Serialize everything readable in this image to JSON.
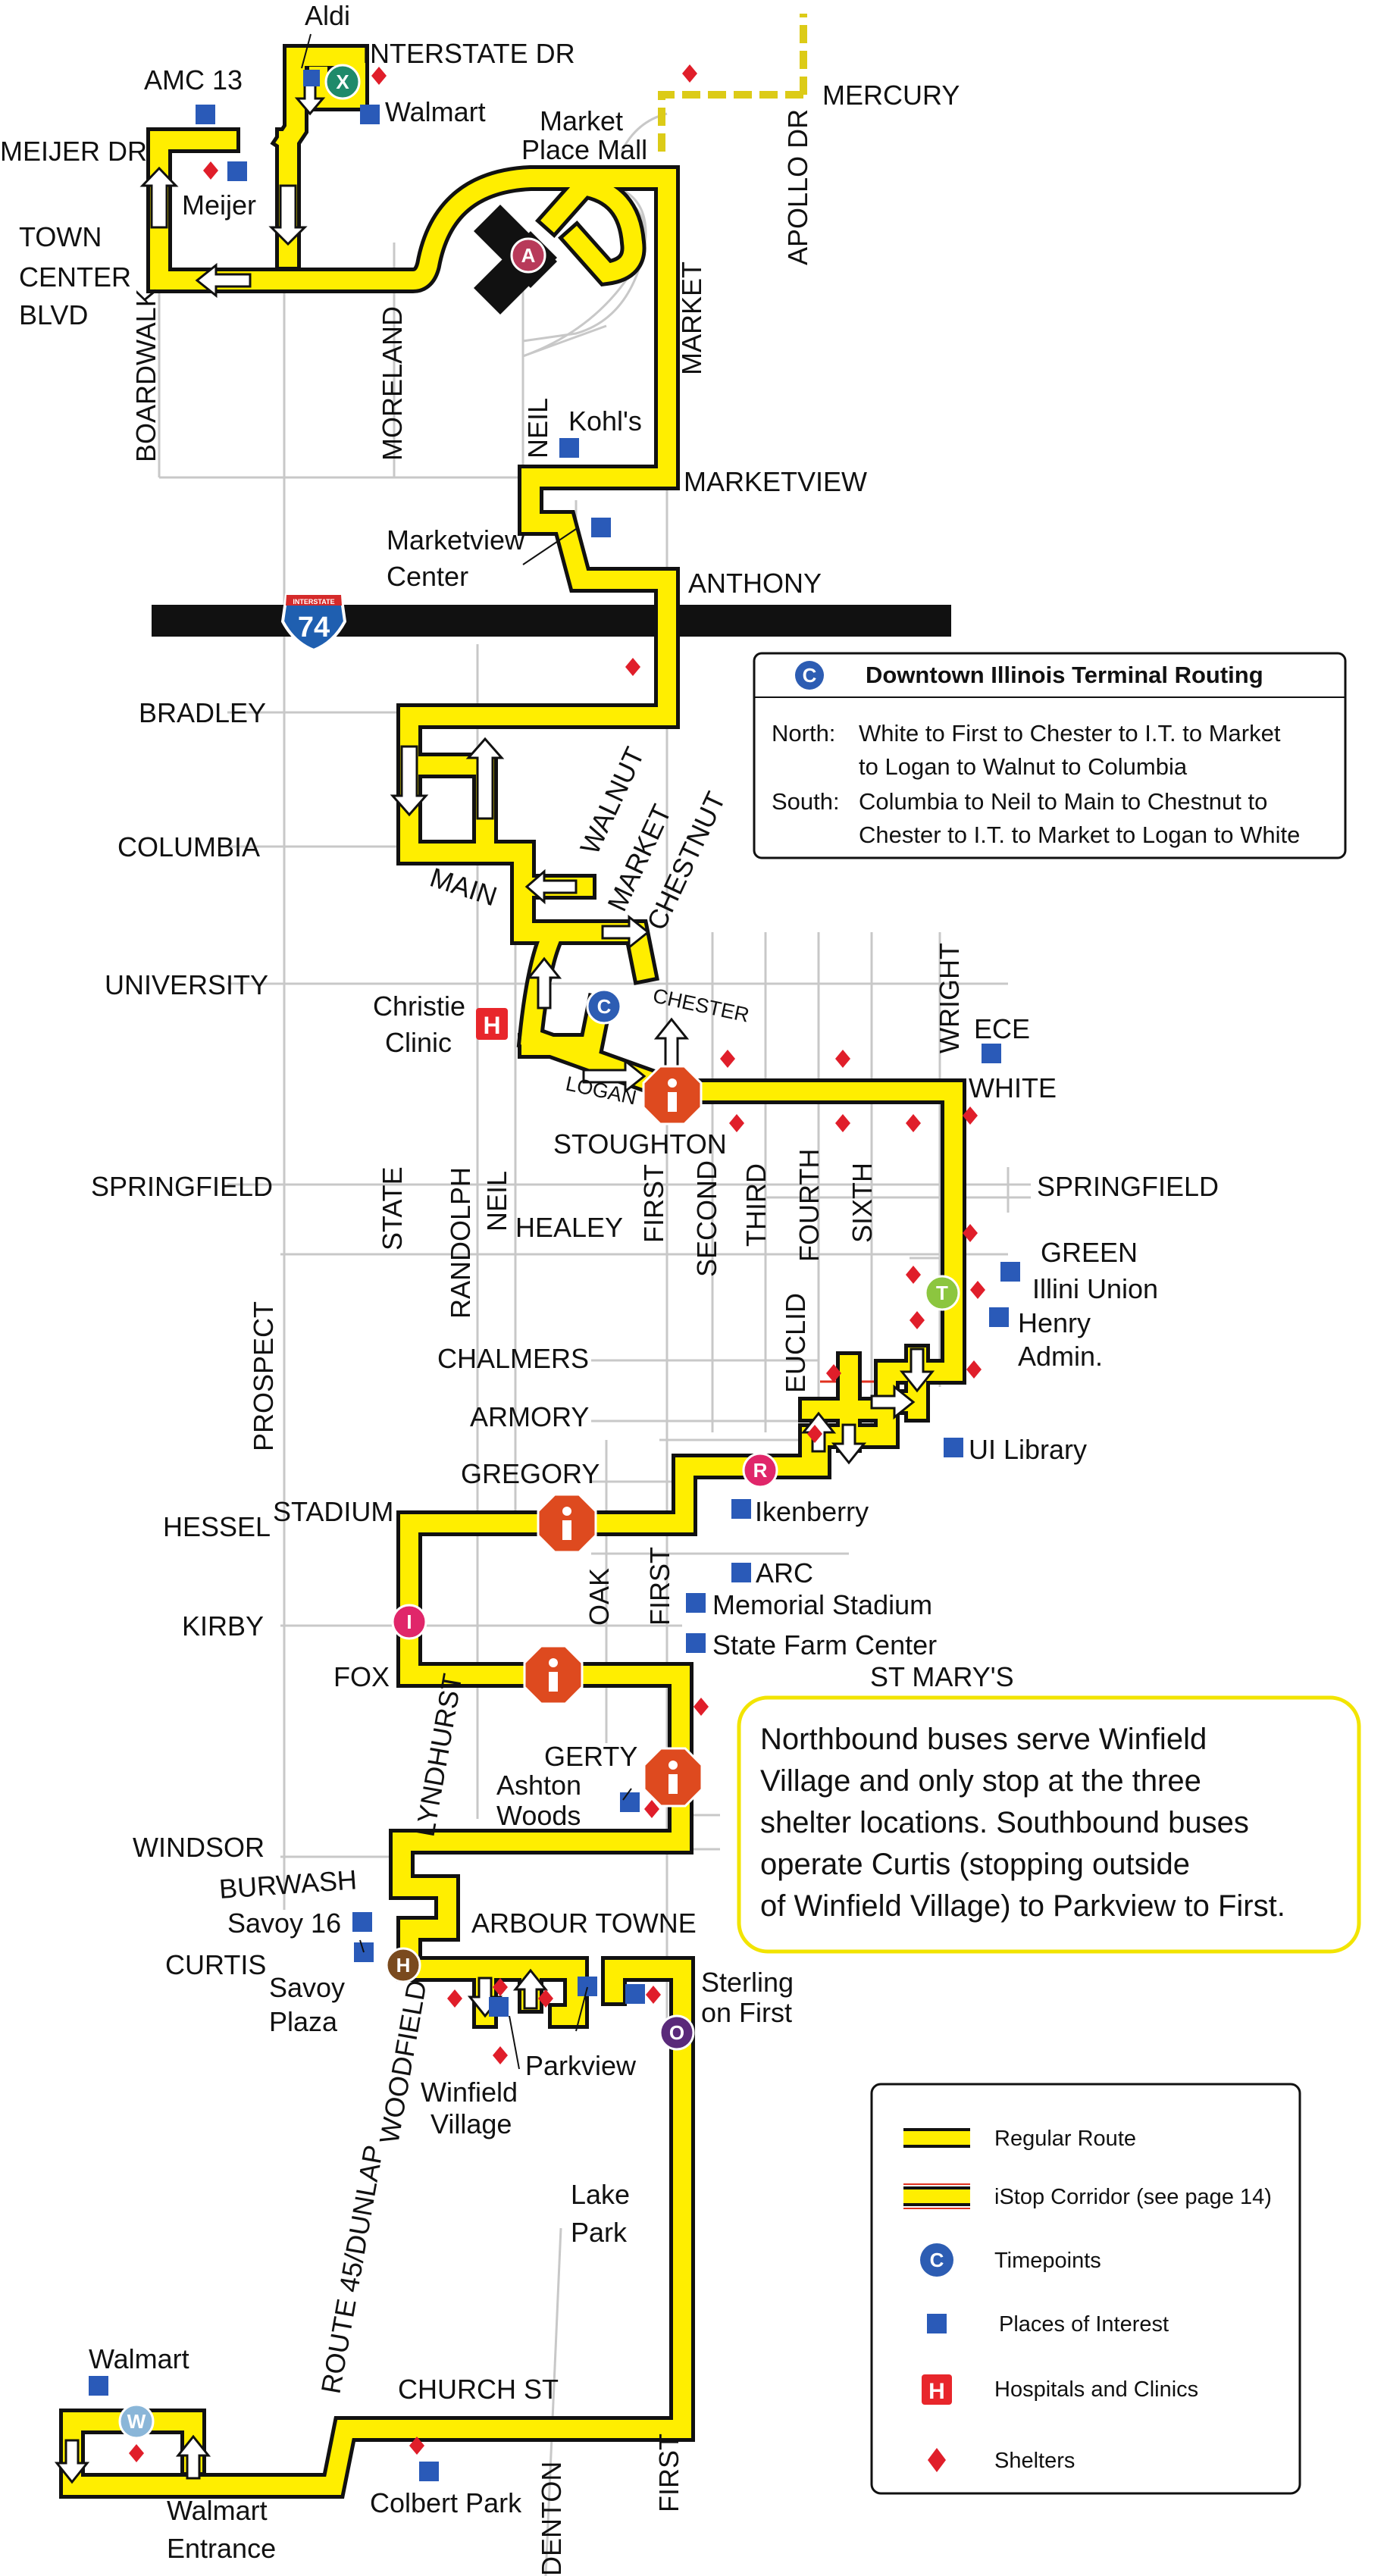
{
  "streets": {
    "aldi": "Aldi",
    "interstate_dr": "INTERSTATE DR",
    "amc": "AMC 13",
    "walmart_n": "Walmart",
    "meijer_dr": "MEIJER DR",
    "meijer": "Meijer",
    "market_place_mall_1": "Market",
    "market_place_mall_2": "Place Mall",
    "mercury": "MERCURY",
    "apollo_dr": "APOLLO DR",
    "town_center_1": "TOWN",
    "town_center_2": "CENTER",
    "town_center_3": "BLVD",
    "boardwalk": "BOARDWALK",
    "moreland": "MORELAND",
    "neil_n": "NEIL",
    "market_n": "MARKET",
    "kohls": "Kohl's",
    "marketview": "MARKETVIEW",
    "marketview_center_1": "Marketview",
    "marketview_center_2": "Center",
    "anthony": "ANTHONY",
    "interstate_label": "INTERSTATE",
    "i74": "74",
    "bradley": "BRADLEY",
    "columbia": "COLUMBIA",
    "main": "MAIN",
    "walnut": "WALNUT",
    "market_dt": "MARKET",
    "chestnut": "CHESTNUT",
    "university": "UNIVERSITY",
    "christie_1": "Christie",
    "christie_2": "Clinic",
    "chester": "CHESTER",
    "logan": "LOGAN",
    "wright": "WRIGHT",
    "ece": "ECE",
    "white": "WHITE",
    "stoughton": "STOUGHTON",
    "springfield_w": "SPRINGFIELD",
    "springfield_e": "SPRINGFIELD",
    "state": "STATE",
    "randolph": "RANDOLPH",
    "neil_s": "NEIL",
    "healey": "HEALEY",
    "first_n": "FIRST",
    "second": "SECOND",
    "third": "THIRD",
    "fourth": "FOURTH",
    "sixth": "SIXTH",
    "green": "GREEN",
    "illini_union": "Illini Union",
    "henry_1": "Henry",
    "henry_2": "Admin.",
    "chalmers": "CHALMERS",
    "euclid": "EUCLID",
    "prospect": "PROSPECT",
    "armory": "ARMORY",
    "ui_library": "UI Library",
    "gregory": "GREGORY",
    "ikenberry": "Ikenberry",
    "hessel": "HESSEL",
    "stadium": "STADIUM",
    "oak": "OAK",
    "first_m": "FIRST",
    "arc": "ARC",
    "memorial_stadium": "Memorial Stadium",
    "kirby": "KIRBY",
    "state_farm": "State Farm Center",
    "fox": "FOX",
    "st_marys": "ST MARY'S",
    "lyndhurst": "LYNDHURST",
    "gerty": "GERTY",
    "ashton_1": "Ashton",
    "ashton_2": "Woods",
    "windsor": "WINDSOR",
    "burwash": "BURWASH",
    "savoy16": "Savoy 16",
    "curtis": "CURTIS",
    "savoy_plaza_1": "Savoy",
    "savoy_plaza_2": "Plaza",
    "arbour_towne": "ARBOUR TOWNE",
    "sterling_1": "Sterling",
    "sterling_2": "on First",
    "parkview": "Parkview",
    "winfield_1": "Winfield",
    "winfield_2": "Village",
    "woodfield": "WOODFIELD",
    "route45": "ROUTE 45/DUNLAP",
    "lake_park_1": "Lake",
    "lake_park_2": "Park",
    "walmart_s": "Walmart",
    "church_st": "CHURCH ST",
    "walmart_ent_1": "Walmart",
    "walmart_ent_2": "Entrance",
    "colbert_park": "Colbert Park",
    "denton": "DENTON",
    "first_s": "FIRST"
  },
  "timepoints": {
    "A": "A",
    "X": "X",
    "C": "C",
    "T": "T",
    "R": "R",
    "I": "I",
    "H": "H",
    "O": "O",
    "W": "W"
  },
  "downtown_box": {
    "title": "Downtown Illinois Terminal Routing",
    "icon_letter": "C",
    "north_label": "North:",
    "north_line1": "White to First to Chester to I.T. to Market",
    "north_line2": "to Logan to Walnut to Columbia",
    "south_label": "South:",
    "south_line1": "Columbia to Neil to Main to Chestnut to",
    "south_line2": "Chester to I.T. to Market to Logan to White"
  },
  "note": {
    "line1": "Northbound buses serve Winfield",
    "line2": "Village and only stop at the three",
    "line3": "shelter locations. Southbound buses",
    "line4": "operate Curtis (stopping outside",
    "line5": "of Winfield Village) to Parkview to First."
  },
  "legend": {
    "regular_route": "Regular Route",
    "istop_corridor": "iStop Corridor (see page 14)",
    "timepoints": "Timepoints",
    "timepoint_letter": "C",
    "places": "Places of Interest",
    "hospitals": "Hospitals and Clinics",
    "hospital_letter": "H",
    "shelters": "Shelters"
  },
  "colors": {
    "route_fill": "#ffee00",
    "route_outline": "#111111",
    "istop": "#e0301e",
    "place": "#2a5ab8",
    "shelter": "#e01e2a",
    "hospital": "#e8262b",
    "istop_stop": "#de4a1f",
    "spur": "#dccb17",
    "street": "#c8c8c8",
    "interstate": "#111111",
    "tp_A": "#b83a5a",
    "tp_X": "#1f8a6a",
    "tp_C": "#2d5db3",
    "tp_T": "#8cc63f",
    "tp_R": "#e0266a",
    "tp_I": "#e0266a",
    "tp_H": "#7a4a1e",
    "tp_O": "#5a2a7a",
    "tp_W": "#8ab6d8"
  }
}
